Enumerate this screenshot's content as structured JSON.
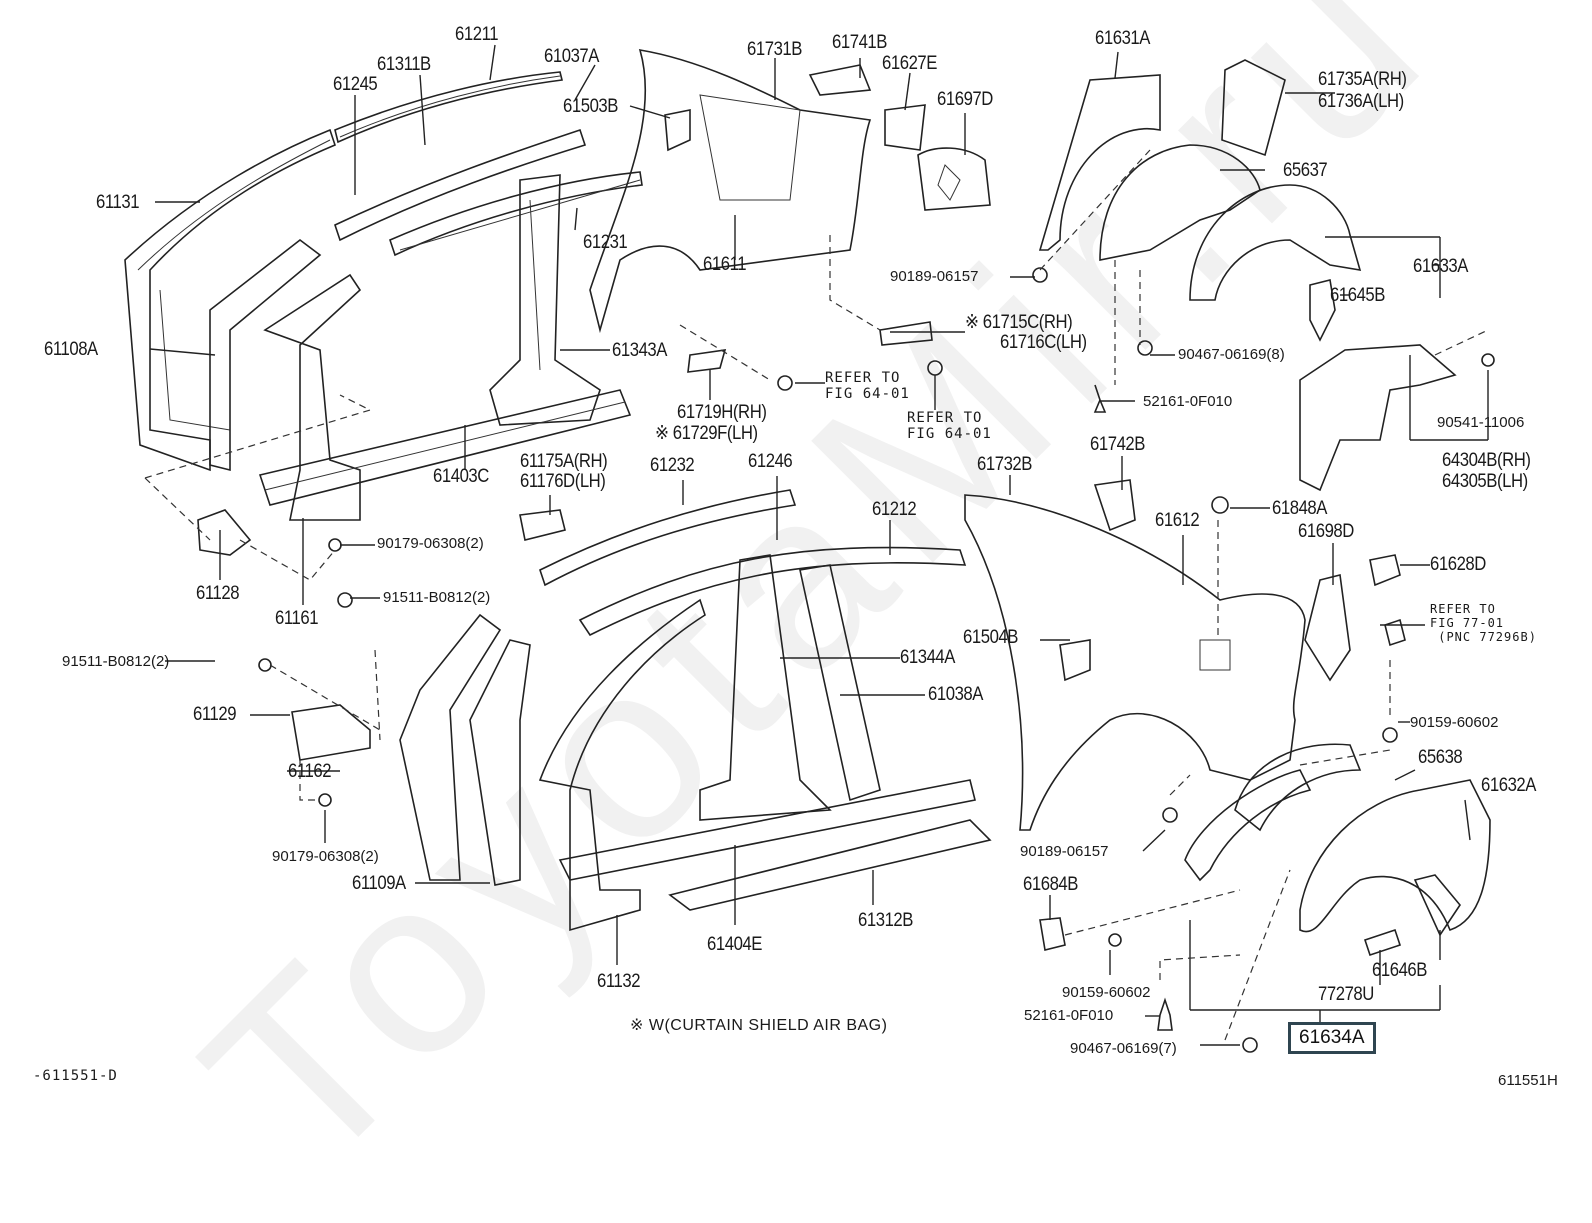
{
  "watermark": "ToyotaMir.ru",
  "diagram": {
    "figure_id_left": "-611551-D",
    "figure_id_right": "611551H",
    "footnote": "※ W(CURTAIN SHIELD AIR BAG)",
    "highlighted_part": "61634A"
  },
  "labels": [
    {
      "id": "61211",
      "text": "61211"
    },
    {
      "id": "61311B",
      "text": "61311B"
    },
    {
      "id": "61037A",
      "text": "61037A"
    },
    {
      "id": "61245",
      "text": "61245"
    },
    {
      "id": "61503B",
      "text": "61503B"
    },
    {
      "id": "61131",
      "text": "61131"
    },
    {
      "id": "61231",
      "text": "61231"
    },
    {
      "id": "61731B",
      "text": "61731B"
    },
    {
      "id": "61741B",
      "text": "61741B"
    },
    {
      "id": "61627E",
      "text": "61627E"
    },
    {
      "id": "61697D",
      "text": "61697D"
    },
    {
      "id": "61611",
      "text": "61611"
    },
    {
      "id": "61631A",
      "text": "61631A"
    },
    {
      "id": "61735A",
      "text": "61735A(RH)"
    },
    {
      "id": "61736A",
      "text": "61736A(LH)"
    },
    {
      "id": "65637",
      "text": "65637"
    },
    {
      "id": "90189-06157-top",
      "text": "90189-06157"
    },
    {
      "id": "61633A",
      "text": "61633A"
    },
    {
      "id": "61645B",
      "text": "61645B"
    },
    {
      "id": "61108A",
      "text": "61108A"
    },
    {
      "id": "61343A",
      "text": "61343A"
    },
    {
      "id": "61715C",
      "text": "※ 61715C(RH)"
    },
    {
      "id": "61716C",
      "text": "61716C(LH)"
    },
    {
      "id": "90467-06169-8",
      "text": "90467-06169(8)"
    },
    {
      "id": "52161-0F010-top",
      "text": "52161-0F010"
    },
    {
      "id": "90541-11006",
      "text": "90541-11006"
    },
    {
      "id": "64304B",
      "text": "64304B(RH)"
    },
    {
      "id": "64305B",
      "text": "64305B(LH)"
    },
    {
      "id": "61719H",
      "text": "61719H(RH)"
    },
    {
      "id": "61729F",
      "text": "※ 61729F(LH)"
    },
    {
      "id": "61403C",
      "text": "61403C"
    },
    {
      "id": "61175A",
      "text": "61175A(RH)"
    },
    {
      "id": "61176D",
      "text": "61176D(LH)"
    },
    {
      "id": "61232",
      "text": "61232"
    },
    {
      "id": "61246",
      "text": "61246"
    },
    {
      "id": "61212",
      "text": "61212"
    },
    {
      "id": "61732B",
      "text": "61732B"
    },
    {
      "id": "61742B",
      "text": "61742B"
    },
    {
      "id": "61612",
      "text": "61612"
    },
    {
      "id": "61848A",
      "text": "61848A"
    },
    {
      "id": "61698D",
      "text": "61698D"
    },
    {
      "id": "61628D",
      "text": "61628D"
    },
    {
      "id": "61128",
      "text": "61128"
    },
    {
      "id": "90179-06308-2-top",
      "text": "90179-06308(2)"
    },
    {
      "id": "91511-B0812-2-top",
      "text": "91511-B0812(2)"
    },
    {
      "id": "61161",
      "text": "61161"
    },
    {
      "id": "61504B",
      "text": "61504B"
    },
    {
      "id": "61344A",
      "text": "61344A"
    },
    {
      "id": "61038A",
      "text": "61038A"
    },
    {
      "id": "90159-60602-right",
      "text": "90159-60602"
    },
    {
      "id": "91511-B0812-2-left",
      "text": "91511-B0812(2)"
    },
    {
      "id": "61129",
      "text": "61129"
    },
    {
      "id": "61162",
      "text": "61162"
    },
    {
      "id": "90179-06308-2-left",
      "text": "90179-06308(2)"
    },
    {
      "id": "61109A",
      "text": "61109A"
    },
    {
      "id": "61132",
      "text": "61132"
    },
    {
      "id": "61404E",
      "text": "61404E"
    },
    {
      "id": "61312B",
      "text": "61312B"
    },
    {
      "id": "65638",
      "text": "65638"
    },
    {
      "id": "61632A",
      "text": "61632A"
    },
    {
      "id": "90189-06157-bottom",
      "text": "90189-06157"
    },
    {
      "id": "61684B",
      "text": "61684B"
    },
    {
      "id": "61646B",
      "text": "61646B"
    },
    {
      "id": "90159-60602-bottom",
      "text": "90159-60602"
    },
    {
      "id": "77278U",
      "text": "77278U"
    },
    {
      "id": "52161-0F010-bottom",
      "text": "52161-0F010"
    },
    {
      "id": "90467-06169-7",
      "text": "90467-06169(7)"
    }
  ],
  "references": [
    {
      "id": "ref-64-01-a",
      "text": "REFER TO\nFIG 64-01"
    },
    {
      "id": "ref-64-01-b",
      "text": "REFER TO\nFIG 64-01"
    },
    {
      "id": "ref-77-01",
      "text": "REFER TO\nFIG 77-01\n (PNC 77296B)"
    }
  ]
}
